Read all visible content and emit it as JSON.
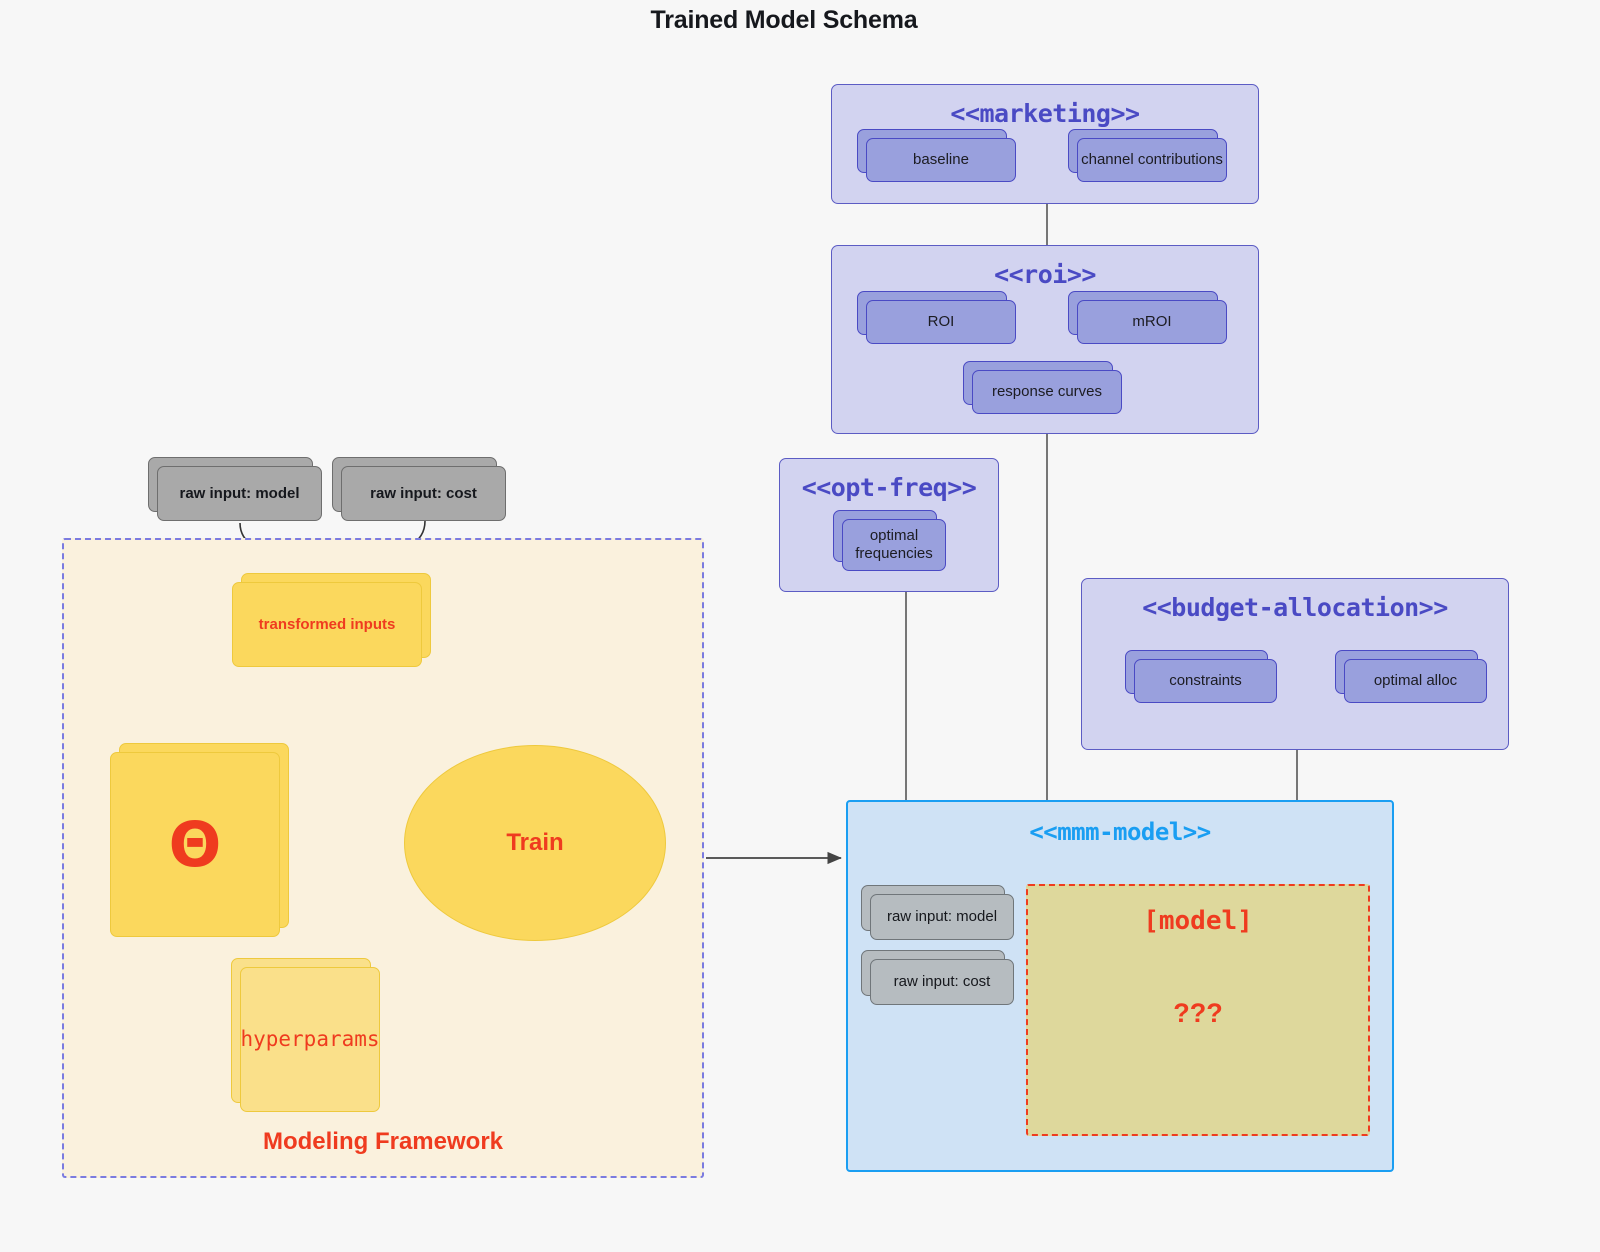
{
  "title": "Trained Model Schema",
  "colors": {
    "background": "#f7f7f7",
    "package_fill": "#d2d3f0",
    "package_border": "#5c5cc4",
    "package_title": "#4a4ac4",
    "object_card_purple": "#99a0dd",
    "object_card_gray": "#a9a9a9",
    "yellow_bright": "#fbd85d",
    "yellow_light": "#fae08a",
    "framework_fill": "#faf1dd",
    "framework_border": "#7b7be0",
    "accent_red": "#ef3b1f",
    "mmm_fill": "#cfe2f5",
    "mmm_border": "#1a9ef2",
    "model_region_fill": "#ded89c",
    "connector_gray": "#555555"
  },
  "packages": {
    "marketing": {
      "title": "<<marketing>>",
      "objects": [
        {
          "label": "baseline"
        },
        {
          "label": "channel contributions"
        }
      ],
      "link": "bidirectional"
    },
    "roi": {
      "title": "<<roi>>",
      "objects": [
        {
          "label": "ROI"
        },
        {
          "label": "mROI"
        },
        {
          "label": "response curves"
        }
      ],
      "link": "bidirectional"
    },
    "opt_freq": {
      "title": "<<opt-freq>>",
      "objects": [
        {
          "label": "optimal\nfrequencies",
          "line1": "optimal",
          "line2": "frequencies"
        }
      ]
    },
    "budget_allocation": {
      "title": "<<budget-allocation>>",
      "objects": [
        {
          "label": "constraints"
        },
        {
          "label": "optimal alloc"
        }
      ],
      "link": "bidirectional"
    },
    "mmm_model": {
      "title": "<<mmm-model>>",
      "objects": [
        {
          "label": "raw input: model"
        },
        {
          "label": "raw input: cost"
        }
      ],
      "model_region": {
        "label": "[model]",
        "unknown": "???"
      }
    }
  },
  "framework": {
    "label": "Modeling Framework",
    "raw_inputs": [
      {
        "label": "raw input: model"
      },
      {
        "label": "raw input: cost"
      }
    ],
    "transformed_inputs": {
      "label": "transformed inputs"
    },
    "theta": {
      "label": "Θ"
    },
    "hyperparams": {
      "label": "hyperparams"
    },
    "train": {
      "label": "Train"
    }
  },
  "edges": [
    {
      "from": "raw input: model",
      "to": "transformed inputs",
      "style": "curved-arrow",
      "color": "#444444"
    },
    {
      "from": "raw input: cost",
      "to": "transformed inputs",
      "style": "curved-arrow",
      "color": "#444444"
    },
    {
      "from": "transformed inputs",
      "to": "Train",
      "style": "curved-arrow",
      "color": "#ef3b1f"
    },
    {
      "from": "Θ",
      "to": "Train",
      "style": "straight-arrow",
      "color": "#ef3b1f"
    },
    {
      "from": "hyperparams",
      "to": "Train",
      "style": "curved-arrow",
      "color": "#ef3b1f"
    },
    {
      "from": "Modeling Framework",
      "to": "<<mmm-model>>",
      "style": "straight-arrow",
      "color": "#555555"
    },
    {
      "from": "<<marketing>>",
      "to": "<<roi>>",
      "style": "line",
      "color": "#555555"
    },
    {
      "from": "<<roi>>",
      "to": "<<mmm-model>>",
      "style": "line",
      "color": "#555555"
    },
    {
      "from": "<<opt-freq>>",
      "to": "<<mmm-model>>",
      "style": "line",
      "color": "#555555"
    },
    {
      "from": "<<budget-allocation>>",
      "to": "<<mmm-model>>",
      "style": "line",
      "color": "#555555"
    }
  ]
}
